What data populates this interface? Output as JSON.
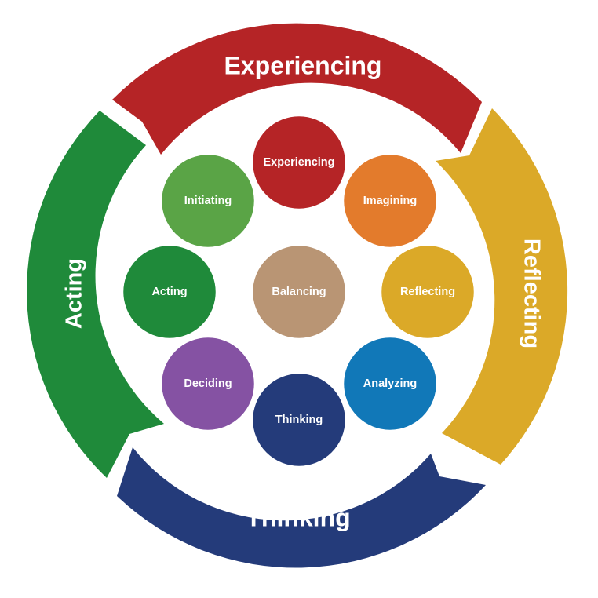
{
  "diagram": {
    "outer_ring": [
      {
        "key": "experiencing",
        "label": "Experiencing",
        "color": "#b52426"
      },
      {
        "key": "reflecting",
        "label": "Reflecting",
        "color": "#dba928"
      },
      {
        "key": "thinking",
        "label": "Thinking",
        "color": "#243b7a"
      },
      {
        "key": "acting",
        "label": "Acting",
        "color": "#1f8a3a"
      }
    ],
    "center": {
      "key": "balancing",
      "label": "Balancing",
      "color": "#b99574"
    },
    "circles": [
      {
        "key": "experiencing",
        "label": "Experiencing",
        "color": "#b52426"
      },
      {
        "key": "imagining",
        "label": "Imagining",
        "color": "#e37b2c"
      },
      {
        "key": "reflecting",
        "label": "Reflecting",
        "color": "#dba928"
      },
      {
        "key": "analyzing",
        "label": "Analyzing",
        "color": "#1178b8"
      },
      {
        "key": "thinking",
        "label": "Thinking",
        "color": "#243b7a"
      },
      {
        "key": "deciding",
        "label": "Deciding",
        "color": "#8552a3"
      },
      {
        "key": "acting",
        "label": "Acting",
        "color": "#1f8a3a"
      },
      {
        "key": "initiating",
        "label": "Initiating",
        "color": "#5aa446"
      }
    ]
  }
}
